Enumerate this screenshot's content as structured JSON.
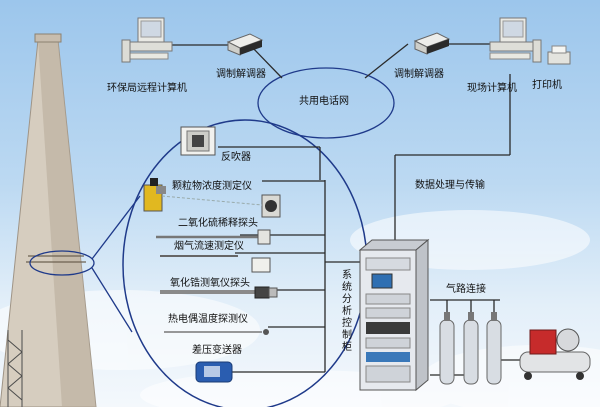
{
  "labels": {
    "epb_computer": "环保局远程计算机",
    "modem_left": "调制解调器",
    "phone_network": "共用电话网",
    "modem_right": "调制解调器",
    "site_computer": "现场计算机",
    "printer": "打印机",
    "backflush": "反吹器",
    "particulate_meter": "颗粒物浓度测定仪",
    "so2_probe": "二氧化硫稀释探头",
    "flow_meter": "烟气流速测定仪",
    "zro2_probe": "氧化锆测氧仪探头",
    "thermocouple_probe": "热电偶温度探测仪",
    "dp_transmitter": "差压变送器",
    "data_processing": "数据处理与传输",
    "gas_connection": "气路连接",
    "control_cabinet_chars": [
      "系",
      "统",
      "分",
      "析",
      "控",
      "制",
      "柜"
    ]
  },
  "colors": {
    "line": "#2a2a2a",
    "ellipse": "#1f3a8a",
    "cabinet": "#e6e9ee",
    "chimney": "#d8cfc2"
  }
}
